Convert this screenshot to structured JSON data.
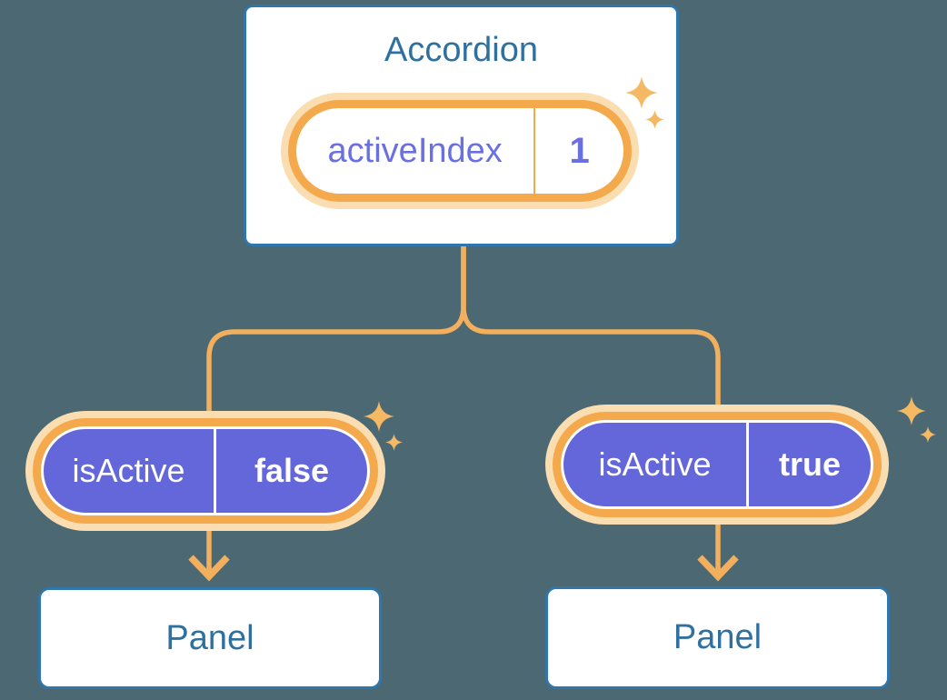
{
  "colors": {
    "background": "#4C6873",
    "card_border_blue": "#2E76AC",
    "heading_text_blue": "#2F709F",
    "connector_orange": "#F2B05E",
    "pill_ring_orange": "#F5A94D",
    "pill_glow_peach": "#FADDB0",
    "sparkle_orange": "#F5B964",
    "pill_purple": "#6467DA",
    "state_text_purple": "#6B70E0",
    "pill_text_white": "#FFFFFF"
  },
  "diagram": {
    "root": {
      "title": "Accordion",
      "state": {
        "name": "activeIndex",
        "value": "1"
      }
    },
    "children": [
      {
        "prop_name": "isActive",
        "prop_value": "false",
        "panel_label": "Panel"
      },
      {
        "prop_name": "isActive",
        "prop_value": "true",
        "panel_label": "Panel"
      }
    ]
  }
}
